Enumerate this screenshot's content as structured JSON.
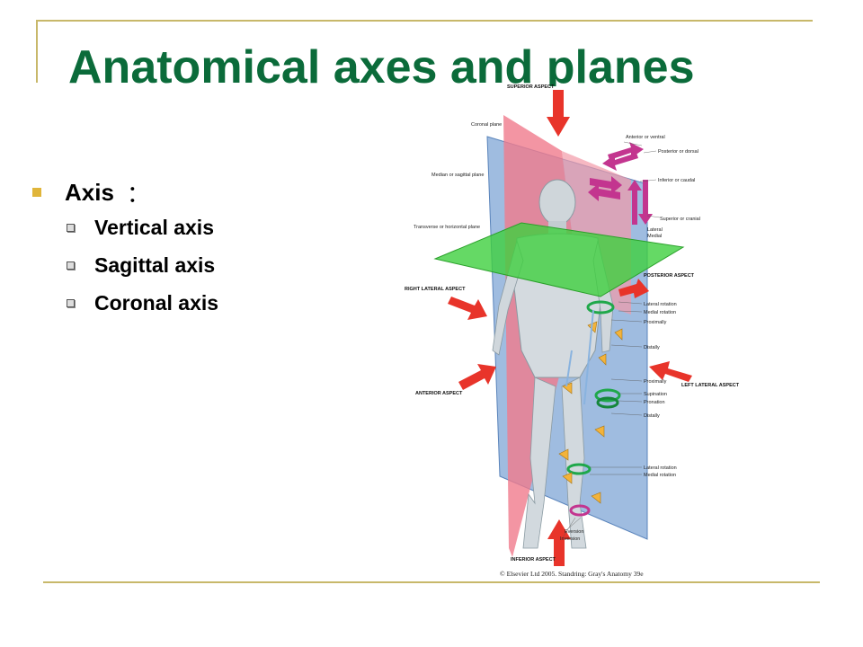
{
  "slide": {
    "title": "Anatomical axes and planes",
    "bullet": {
      "label": "Axis",
      "suffix": "："
    },
    "subbullets": [
      {
        "label": "Vertical axis"
      },
      {
        "label": "Sagittal axis"
      },
      {
        "label": "Coronal axis"
      }
    ]
  },
  "figure": {
    "labels": {
      "superior_aspect": "SUPERIOR ASPECT",
      "coronal_plane": "Coronal plane",
      "median_plane": "Median or sagittal plane",
      "transverse_plane": "Transverse or horizontal plane",
      "right_lateral_aspect": "RIGHT LATERAL ASPECT",
      "anterior_aspect": "ANTERIOR ASPECT",
      "posterior_aspect": "POSTERIOR ASPECT",
      "left_lateral_aspect": "LEFT LATERAL ASPECT",
      "inferior_aspect": "INFERIOR ASPECT",
      "anterior_or_ventral": "Anterior or ventral",
      "posterior_or_dorsal": "Posterior or dorsal",
      "inferior_or_caudal": "Inferior or caudal",
      "superior_or_cranial": "Superior or cranial",
      "lateral": "Lateral",
      "medial": "Medial",
      "lateral_rotation": "Lateral rotation",
      "medial_rotation": "Medial rotation",
      "proximally": "Proximally",
      "distally": "Distally",
      "proximally2": "Proximally",
      "supination": "Supination",
      "pronation": "Pronation",
      "distally2": "Distally",
      "lateral_rotation2": "Lateral rotation",
      "medial_rotation2": "Medial rotation",
      "eversion": "Eversion",
      "inversion": "Inversion",
      "copyright": "© Elsevier Ltd 2005. Standring: Gray's Anatomy 39e"
    },
    "colors": {
      "coronal_plane": "#7fa6d6",
      "sagittal_plane": "#f07a8c",
      "transverse_plane": "#3fcf3f",
      "arrow": "#e8342a",
      "magenta_arrow": "#c3358f"
    }
  }
}
